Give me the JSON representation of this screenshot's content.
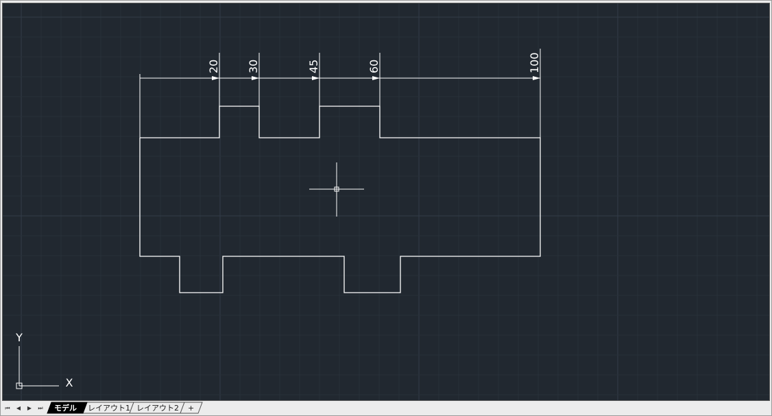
{
  "colors": {
    "canvas_background": "#212830",
    "grid_minor": "#283039",
    "grid_major": "#323c48",
    "geometry": "#ffffff",
    "active_tab": "#000000"
  },
  "canvas": {
    "dimension_labels": [
      "20",
      "30",
      "45",
      "60",
      "100"
    ],
    "ucs": {
      "y_label": "Y",
      "x_label": "X"
    }
  },
  "tabbar": {
    "nav": {
      "first": "⏮",
      "prev": "◀",
      "next": "▶",
      "last": "⏭"
    },
    "tabs": [
      {
        "label": "モデル",
        "active": true
      },
      {
        "label": "レイアウト1",
        "active": false
      },
      {
        "label": "レイアウト2",
        "active": false
      },
      {
        "label": "+",
        "active": false
      }
    ]
  }
}
